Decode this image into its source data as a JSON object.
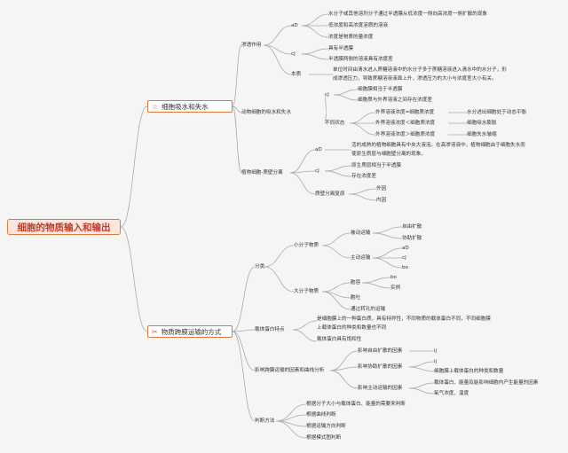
{
  "root": "细胞的物质输入和输出",
  "topic1": "细胞吸水和失水",
  "topic2": "物质跨膜运输的方式",
  "t1": {
    "shentou": "渗透作用",
    "ad": "aD",
    "ad1": "水分子或其他溶剂分子通过半透膜从低浓度一侧向高浓度一侧扩散的现象",
    "ad2": "低浓度和高浓度溶质的溶液",
    "ad3": "浓度是物质的量浓度",
    "cj": "cJ",
    "cj1": "具有半透膜",
    "cj2": "半透膜两侧的溶液具有浓度差",
    "bz": "本质",
    "bz1": "单位时间由清水进入蔗糖溶液中的水分子多于蔗糖溶液进入清水中的水分子，形",
    "bz2": "成渗透压力，导致蔗糖溶液液面上升，渗透压力的大小与浓度差大小有关。",
    "dongwu": "动物细胞的吸水和失水",
    "dcj": "cJ",
    "dcj1": "细胞膜相当于半透膜",
    "dcj2": "细胞质与外界溶液之间存在浓度差",
    "btzt": "不同状态",
    "s1": "外界溶液浓度=细胞质浓度",
    "s1r": "水分进出细胞处于动态平衡",
    "s2": "外界溶液浓度＜细胞质浓度",
    "s2r": "细胞吸水膨胀",
    "s3": "外界溶液浓度＞细胞质浓度",
    "s3r": "细胞失水皱缩",
    "zhiwu": "植物细胞-质壁分离",
    "zad": "aD",
    "zad1": "活的成熟的植物细胞具有中央大液泡。在高渗溶液中，植物细胞由于细胞失水而",
    "zad2": "使原生质层与细胞壁分离的现象。",
    "zcj": "cJ",
    "zcj1": "原生质层相当于半透膜",
    "zcj2": "存在浓度差",
    "zbfl": "质壁分离复原",
    "zb1": "外因",
    "zb2": "内因"
  },
  "t2": {
    "fenlei": "分类",
    "xfz": "小分子物质",
    "bdys": "被动运输",
    "zykk": "自由扩散",
    "xzkk": "协助扩散",
    "zdys": "主动运输",
    "zd1": "aD",
    "zd2": "cJ",
    "zd3": "bo",
    "dfz": "大分子物质",
    "bt": "胞吞",
    "bt1": "bo",
    "bt2": "实例",
    "bt3": "胞吐",
    "bt4": "通过转孔的运输",
    "ztdb": "载体蛋白特点",
    "zt1": "是细胞膜上的一种蛋白质，具有特异性，不同物质的载体蛋白不同，不同细胞膜",
    "zt2": "上载体蛋白的种类和数量也不同",
    "zt3": "载体蛋白具有饱和性",
    "yx": "影响跨膜运输的因素和曲线分析",
    "yx1": "影响自由扩散的因素",
    "yx1a": "ij",
    "yx2": "影响协助扩散的因素",
    "yx2a": "ij",
    "yx2b": "细胞膜上载体蛋白的种类和数量",
    "yx3": "影响主动运输的因素",
    "yx3a": "载体蛋白、能量及能影响细胞内产生能量的因素",
    "yx3b": "氧气浓度、温度",
    "pdff": "判断方法",
    "pd1": "根据分子大小与载体蛋白、能量的需要来判断",
    "pd2": "根据曲线判断",
    "pd3": "根据运输方向判断",
    "pd4": "根据模式图判断"
  },
  "colors": {
    "line": "#aaaaaa",
    "accent": "#e07a3c",
    "rootText": "#c0392b"
  }
}
